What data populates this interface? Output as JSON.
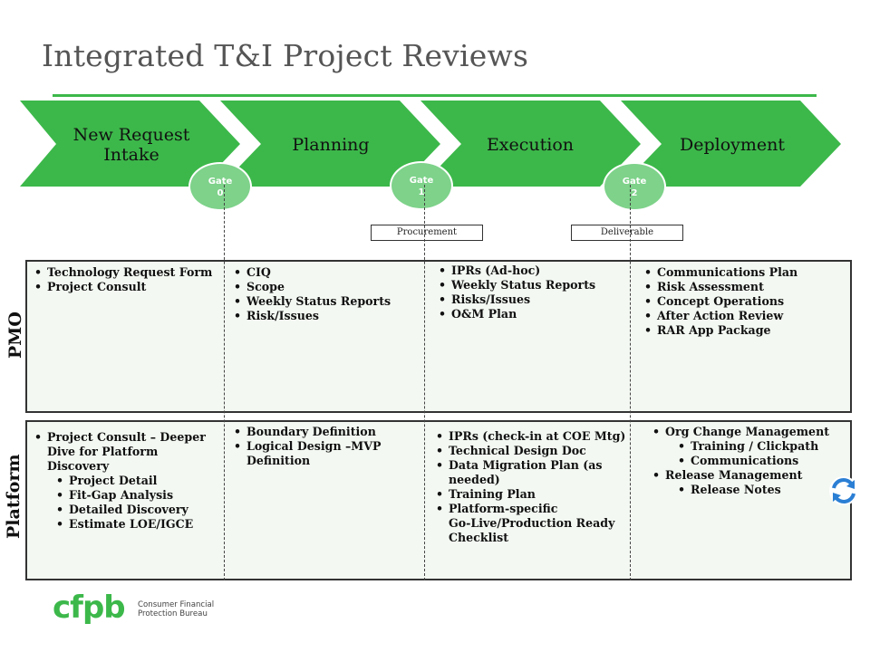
{
  "title": "Integrated T&I Project Reviews",
  "colors": {
    "accent": "#3cb84a",
    "gate": "#7ed28a",
    "panel": "#f3f8f2"
  },
  "phases": [
    {
      "label": "New Request Intake"
    },
    {
      "label": "Planning"
    },
    {
      "label": "Execution"
    },
    {
      "label": "Deployment"
    }
  ],
  "gates": [
    {
      "word": "Gate",
      "num": "0"
    },
    {
      "word": "Gate",
      "num": "1"
    },
    {
      "word": "Gate",
      "num": "2"
    }
  ],
  "milestones": {
    "procurement": "Procurement",
    "deliverable": "Deliverable"
  },
  "rows": {
    "pmo": {
      "label": "PMO",
      "cols": [
        [
          "Technology Request  Form",
          "Project Consult"
        ],
        [
          "CIQ",
          "Scope",
          "Weekly Status Reports",
          "Risk/Issues"
        ],
        [
          "IPRs (Ad-hoc)",
          "Weekly Status Reports",
          "Risks/Issues",
          "O&M Plan"
        ],
        [
          "Communications Plan",
          "Risk Assessment",
          "Concept Operations",
          "After Action Review",
          "RAR App Package"
        ]
      ]
    },
    "platform": {
      "label": "Platform",
      "col1": {
        "main1": "Project Consult – Deeper",
        "main2": "Dive for Platform",
        "main3": "Discovery",
        "subs": [
          "Project Detail",
          "Fit-Gap Analysis",
          "Detailed Discovery",
          "Estimate LOE/IGCE"
        ]
      },
      "col2": {
        "item1": "Boundary Definition",
        "item2a": "Logical Design –MVP",
        "item2b": "Definition"
      },
      "col3": {
        "items": [
          "IPRs (check-in at COE Mtg)",
          "Technical Design Doc"
        ],
        "dm1": "Data Migration Plan (as",
        "dm2": "needed)",
        "tp": "Training Plan",
        "ps1": "Platform-specific",
        "ps2": "Go-Live/Production Ready",
        "ps3": "Checklist"
      },
      "col4": {
        "main1": "Org Change Management",
        "subs1": [
          "Training / Clickpath",
          "Communications"
        ],
        "main2": "Release Management",
        "subs2": [
          "Release Notes"
        ]
      }
    }
  },
  "footer": {
    "logo": "cfpb",
    "org1": "Consumer Financial",
    "org2": "Protection Bureau"
  },
  "icons": {
    "refresh": "refresh-icon"
  }
}
